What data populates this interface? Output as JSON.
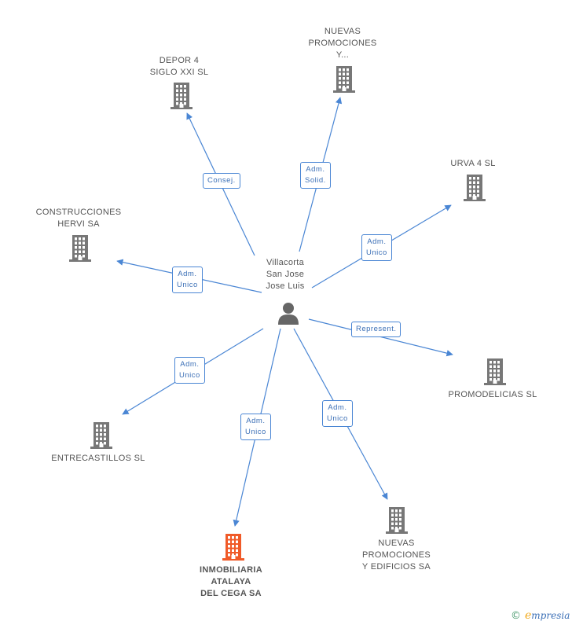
{
  "colors": {
    "edge": "#4a86d4",
    "building": "#777777",
    "building_highlight": "#f05a28",
    "person": "#666666"
  },
  "person": {
    "label": [
      "Villacorta",
      "San Jose",
      "Jose Luis"
    ],
    "icon": "person-icon"
  },
  "companies": [
    {
      "id": "depor",
      "label": [
        "DEPOR 4",
        "SIGLO XXI SL"
      ],
      "icon": "building-icon"
    },
    {
      "id": "nuevas1",
      "label": [
        "NUEVAS",
        "PROMOCIONES",
        "Y..."
      ],
      "icon": "building-icon"
    },
    {
      "id": "urva",
      "label": [
        "URVA 4 SL"
      ],
      "icon": "building-icon"
    },
    {
      "id": "hervi",
      "label": [
        "CONSTRUCCIONES",
        "HERVI SA"
      ],
      "icon": "building-icon"
    },
    {
      "id": "promodelicias",
      "label": [
        "PROMODELICIAS SL"
      ],
      "icon": "building-icon"
    },
    {
      "id": "entrecastillos",
      "label": [
        "ENTRECASTILLOS SL"
      ],
      "icon": "building-icon"
    },
    {
      "id": "inmobiliaria",
      "label": [
        "INMOBILIARIA",
        "ATALAYA",
        "DEL CEGA SA"
      ],
      "icon": "building-icon",
      "highlight": true
    },
    {
      "id": "nuevas2",
      "label": [
        "NUEVAS",
        "PROMOCIONES",
        "Y EDIFICIOS SA"
      ],
      "icon": "building-icon"
    }
  ],
  "relations": [
    {
      "to": "depor",
      "label": [
        "Consej."
      ]
    },
    {
      "to": "nuevas1",
      "label": [
        "Adm.",
        "Solid."
      ]
    },
    {
      "to": "urva",
      "label": [
        "Adm.",
        "Unico"
      ]
    },
    {
      "to": "hervi",
      "label": [
        "Adm.",
        "Unico"
      ]
    },
    {
      "to": "promodelicias",
      "label": [
        "Represent."
      ]
    },
    {
      "to": "entrecastillos",
      "label": [
        "Adm.",
        "Unico"
      ]
    },
    {
      "to": "inmobiliaria",
      "label": [
        "Adm.",
        "Unico"
      ]
    },
    {
      "to": "nuevas2",
      "label": [
        "Adm.",
        "Unico"
      ]
    }
  ],
  "footer": {
    "copyright": "©",
    "brand_initial": "e",
    "brand_rest": "mpresia"
  }
}
